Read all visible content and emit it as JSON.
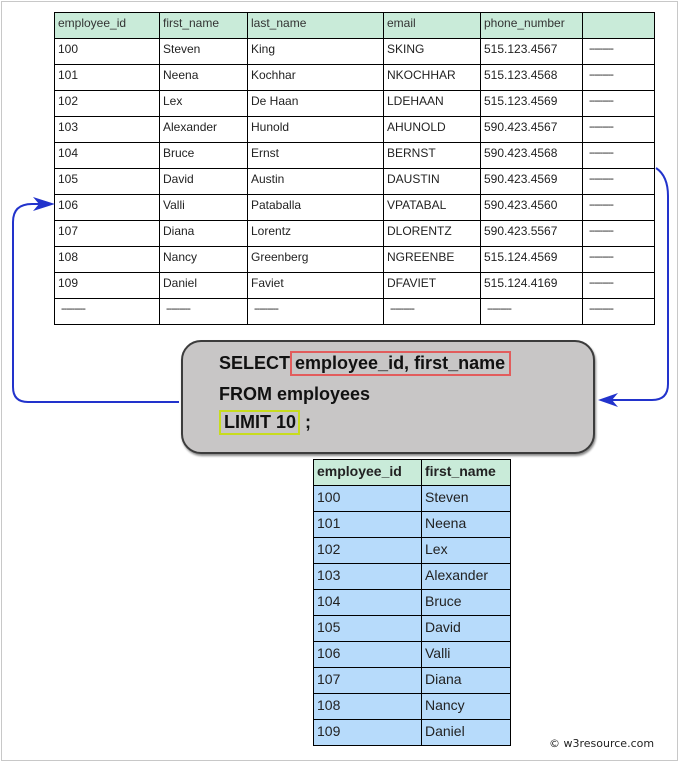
{
  "source_table": {
    "columns": [
      "employee_id",
      "first_name",
      "last_name",
      "email",
      "phone_number",
      ""
    ],
    "rows": [
      [
        "100",
        "Steven",
        "King",
        "SKING",
        "515.123.4567",
        "---------"
      ],
      [
        "101",
        "Neena",
        "Kochhar",
        "NKOCHHAR",
        "515.123.4568",
        "---------"
      ],
      [
        "102",
        "Lex",
        "De Haan",
        "LDEHAAN",
        "515.123.4569",
        "---------"
      ],
      [
        "103",
        "Alexander",
        "Hunold",
        "AHUNOLD",
        "590.423.4567",
        "---------"
      ],
      [
        "104",
        "Bruce",
        "Ernst",
        "BERNST",
        "590.423.4568",
        "---------"
      ],
      [
        "105",
        "David",
        "Austin",
        "DAUSTIN",
        "590.423.4569",
        "---------"
      ],
      [
        "106",
        "Valli",
        "Pataballa",
        "VPATABAL",
        "590.423.4560",
        "---------"
      ],
      [
        "107",
        "Diana",
        "Lorentz",
        "DLORENTZ",
        "590.423.5567",
        "---------"
      ],
      [
        "108",
        "Nancy",
        "Greenberg",
        "NGREENBE",
        "515.124.4569",
        "---------"
      ],
      [
        "109",
        "Daniel",
        "Faviet",
        "DFAVIET",
        "515.124.4169",
        "---------"
      ],
      [
        "---------",
        "---------",
        "---------",
        "---------",
        "---------",
        "---------"
      ]
    ]
  },
  "sql": {
    "line1_keyword": "SELECT",
    "line1_columns": "employee_id, first_name",
    "line2": "FROM employees",
    "line3_limit": "LIMIT 10",
    "line3_end": " ;"
  },
  "result_table": {
    "columns": [
      "employee_id",
      "first_name"
    ],
    "rows": [
      [
        "100",
        "Steven"
      ],
      [
        "101",
        "Neena"
      ],
      [
        "102",
        "Lex"
      ],
      [
        "103",
        "Alexander"
      ],
      [
        "104",
        "Bruce"
      ],
      [
        "105",
        "David"
      ],
      [
        "106",
        "Valli"
      ],
      [
        "107",
        "Diana"
      ],
      [
        "108",
        "Nancy"
      ],
      [
        "109",
        "Daniel"
      ]
    ]
  },
  "footer": {
    "copyright": "© w3resource.com"
  },
  "colors": {
    "header_bg": "#c9ebd9",
    "result_bg": "#b7dbfb",
    "arrow": "#2233cc",
    "sql_box_bg": "#c8c6c6",
    "highlight_columns": "#e25c5c",
    "highlight_limit": "#c8dc1e"
  }
}
